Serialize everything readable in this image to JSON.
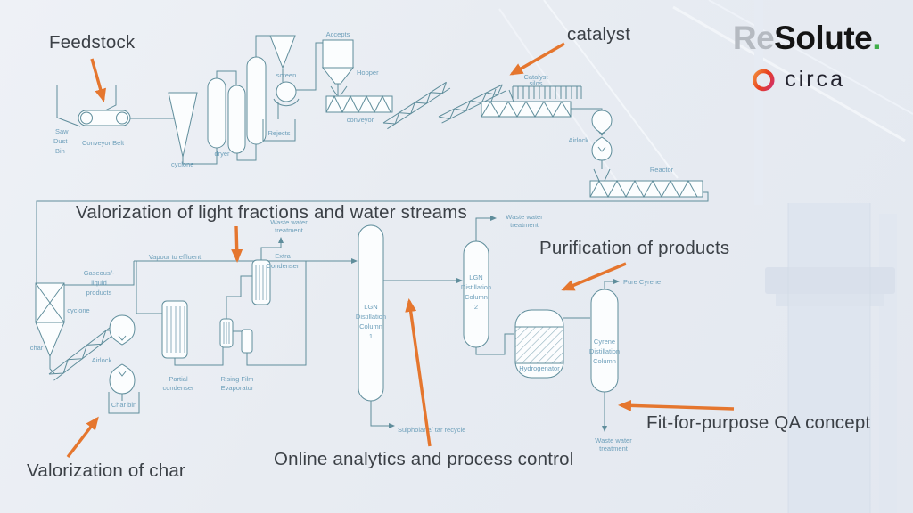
{
  "brand": {
    "resolute": {
      "part1": "Re",
      "part2": "Solute",
      "dot": "."
    },
    "circa": "circa"
  },
  "annotations": {
    "feedstock": "Feedstock",
    "catalyst": "catalyst",
    "light_fractions": "Valorization of light fractions and water streams",
    "purification": "Purification of products",
    "char": "Valorization of char",
    "online_analytics": "Online analytics and process control",
    "qa": "Fit-for-purpose QA concept"
  },
  "diagram": {
    "labels": {
      "saw_dust_bin": [
        "Saw",
        "Dust",
        "Bin"
      ],
      "conveyor_belt": "Conveyor Belt",
      "cyclone_feed": "cyclone",
      "dryer": "dryer",
      "screen": "screen",
      "rejects": "Rejects",
      "accepts": "Accepts",
      "hopper": "Hopper",
      "conveyor": "conveyor",
      "catalyst_silos": [
        "Catalyst",
        "silos"
      ],
      "airlock_catalyst": "Airlock",
      "reactor": "Reactor",
      "gaseous": [
        "Gaseous/-",
        "liquid",
        "products"
      ],
      "vapour": "Vapour to effluent",
      "cyclone_char": "cyclone",
      "char": "char",
      "airlock_char": "Airlock",
      "char_bin": "Char bin",
      "partial_condenser": [
        "Partial",
        "condenser"
      ],
      "rising_film": [
        "Rising Film",
        "Evaporator"
      ],
      "extra_condenser": [
        "Extra",
        "Condenser"
      ],
      "waste_water": [
        "Waste water",
        "treatment"
      ],
      "lgn_col1": [
        "LGN",
        "Distillation",
        "Column",
        "1"
      ],
      "lgn_col2": [
        "LGN",
        "Distillation",
        "Column",
        "2"
      ],
      "sulpholane": "Sulpholane/ tar recycle",
      "hydrogenator": "Hydrogenator",
      "cyrene_col": [
        "Cyrene",
        "Distillation",
        "Column"
      ],
      "pure_cyrene": "Pure Cyrene"
    }
  },
  "colors": {
    "diagram_line": "#5f8d9b",
    "diagram_label": "#6d9fba",
    "annotation_text": "#3b4046",
    "arrow": "#e5762e",
    "resolute_re": "#b5bac1",
    "resolute_main": "#141414",
    "resolute_dot": "#3fae49",
    "circa_text": "#23232e"
  }
}
